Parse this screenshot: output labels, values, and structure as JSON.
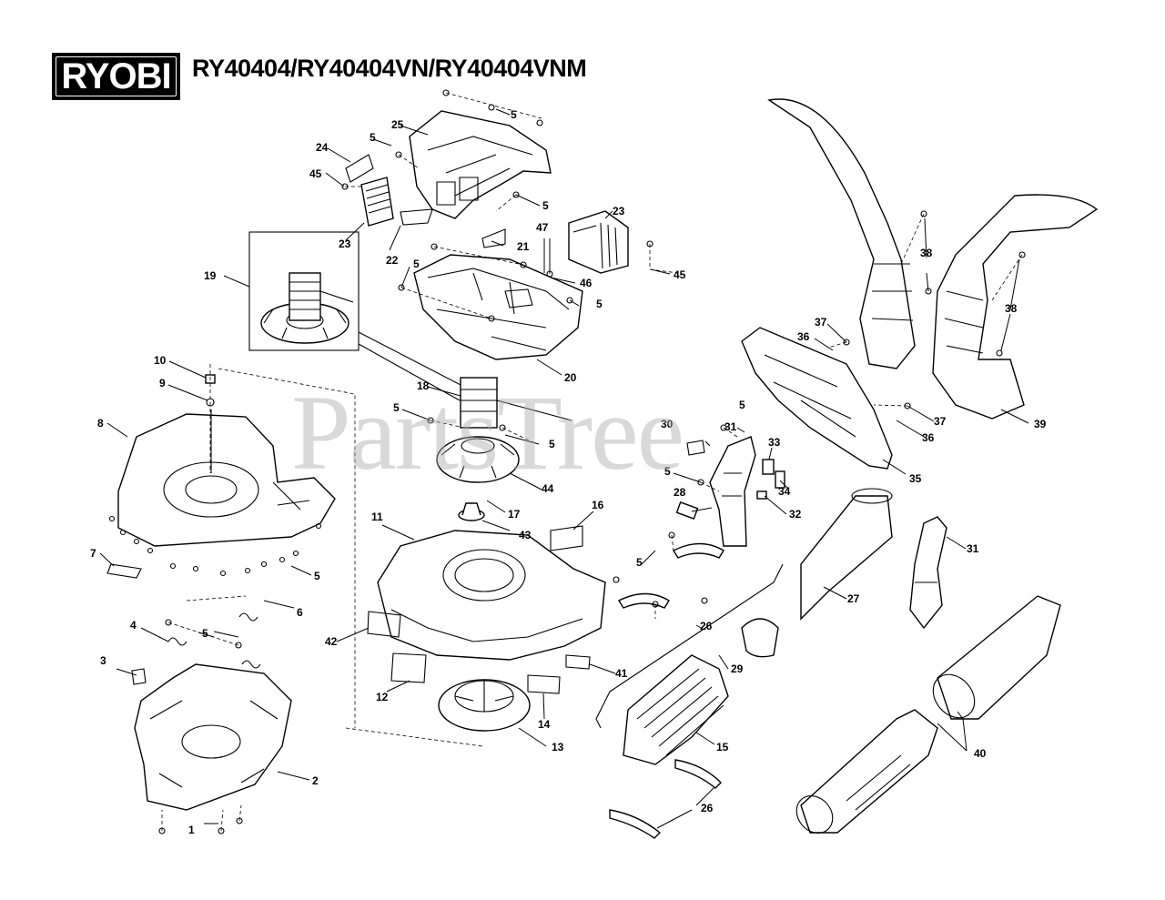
{
  "brand": {
    "logo_text": "RYOBI"
  },
  "title": "RY40404/RY40404VN/RY40404VNM",
  "watermark": "PartsTree",
  "callouts": [
    "1",
    "2",
    "3",
    "4",
    "5",
    "6",
    "7",
    "8",
    "9",
    "10",
    "11",
    "12",
    "13",
    "14",
    "15",
    "16",
    "17",
    "18",
    "19",
    "20",
    "21",
    "22",
    "23",
    "24",
    "25",
    "26",
    "27",
    "28",
    "29",
    "30",
    "31",
    "32",
    "33",
    "34",
    "35",
    "36",
    "37",
    "38",
    "39",
    "40",
    "41",
    "42",
    "43",
    "44",
    "45",
    "46",
    "47"
  ],
  "colors": {
    "ink": "#000000",
    "paper": "#ffffff",
    "watermark": "#aaaaaa"
  }
}
